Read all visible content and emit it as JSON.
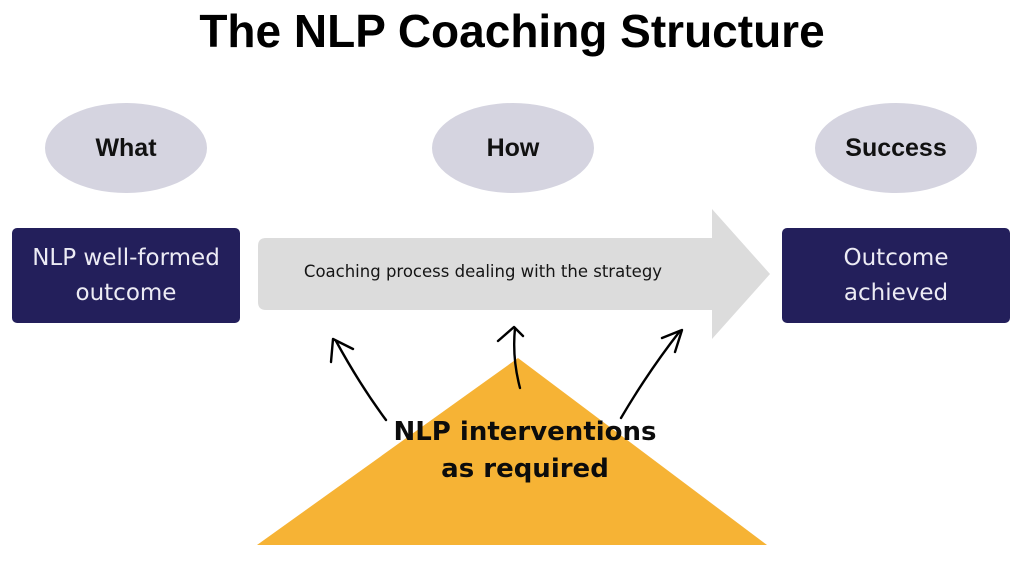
{
  "title": "The NLP Coaching Structure",
  "columns": [
    {
      "header": "What",
      "box_text": "NLP well-formed outcome"
    },
    {
      "header": "How",
      "process_text": "Coaching process dealing with the strategy"
    },
    {
      "header": "Success",
      "box_text": "Outcome achieved"
    }
  ],
  "interventions": {
    "text": "NLP interventions as required",
    "arrow_count": 3
  },
  "colors": {
    "oval_fill": "#d5d4e0",
    "box_fill": "#231f5b",
    "box_text": "#ecebf4",
    "process_arrow_fill": "#dcdcdc",
    "triangle_fill": "#f6b335",
    "stroke": "#000000"
  }
}
